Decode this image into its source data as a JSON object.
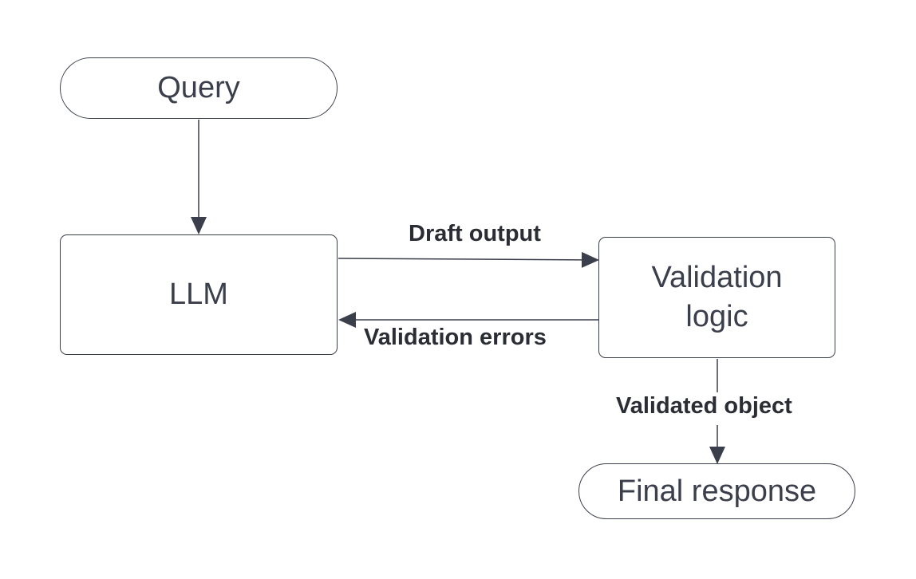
{
  "nodes": {
    "query": "Query",
    "llm": "LLM",
    "validation": [
      "Validation",
      "logic"
    ],
    "final": "Final response"
  },
  "edges": {
    "draft": "Draft output",
    "errors": "Validation errors",
    "validated": "Validated object"
  },
  "colors": {
    "stroke": "#3a3f4b",
    "text": "#3a3f4b",
    "label": "#2a2d34",
    "background": "#ffffff"
  }
}
